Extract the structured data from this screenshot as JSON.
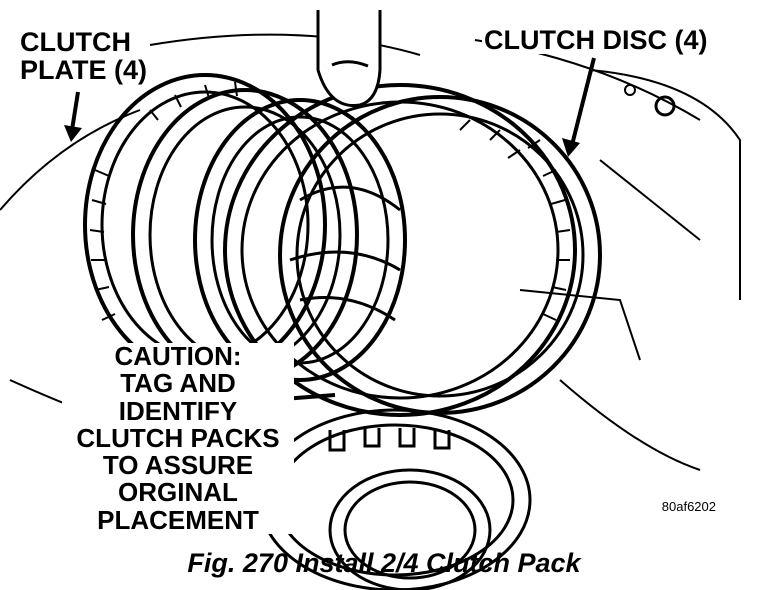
{
  "labels": {
    "clutch_plate": [
      "CLUTCH",
      "PLATE (4)"
    ],
    "clutch_disc": "CLUTCH DISC (4)",
    "caution": [
      "CAUTION:",
      "TAG AND IDENTIFY",
      "CLUTCH PACKS",
      "TO ASSURE",
      "ORGINAL",
      "PLACEMENT"
    ],
    "figure_code": "80af6202"
  },
  "caption": "Fig. 270 Install 2/4 Clutch Pack"
}
